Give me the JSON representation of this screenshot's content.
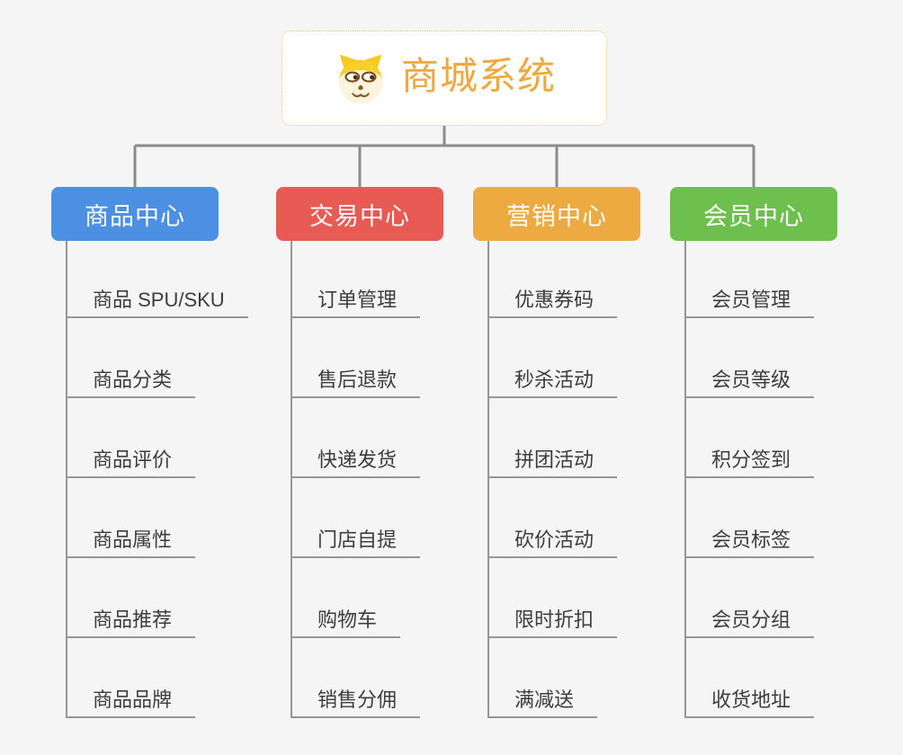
{
  "page": {
    "background_color": "#F5F5F5",
    "connector_color": "#8C8C8C",
    "leaf_line_color": "#969696"
  },
  "root": {
    "title": "商城系统",
    "title_color": "#EFA83D",
    "border_color": "#F0C080",
    "icon": "shiba-dog-face-icon"
  },
  "branches": [
    {
      "label": "商品中心",
      "color": "#4B90E2",
      "children": [
        "商品 SPU/SKU",
        "商品分类",
        "商品评价",
        "商品属性",
        "商品推荐",
        "商品品牌"
      ]
    },
    {
      "label": "交易中心",
      "color": "#E85A54",
      "children": [
        "订单管理",
        "售后退款",
        "快递发货",
        "门店自提",
        "购物车",
        "销售分佣"
      ]
    },
    {
      "label": "营销中心",
      "color": "#EDAA41",
      "children": [
        "优惠券码",
        "秒杀活动",
        "拼团活动",
        "砍价活动",
        "限时折扣",
        "满减送"
      ]
    },
    {
      "label": "会员中心",
      "color": "#6EC04E",
      "children": [
        "会员管理",
        "会员等级",
        "积分签到",
        "会员标签",
        "会员分组",
        "收货地址"
      ]
    }
  ]
}
